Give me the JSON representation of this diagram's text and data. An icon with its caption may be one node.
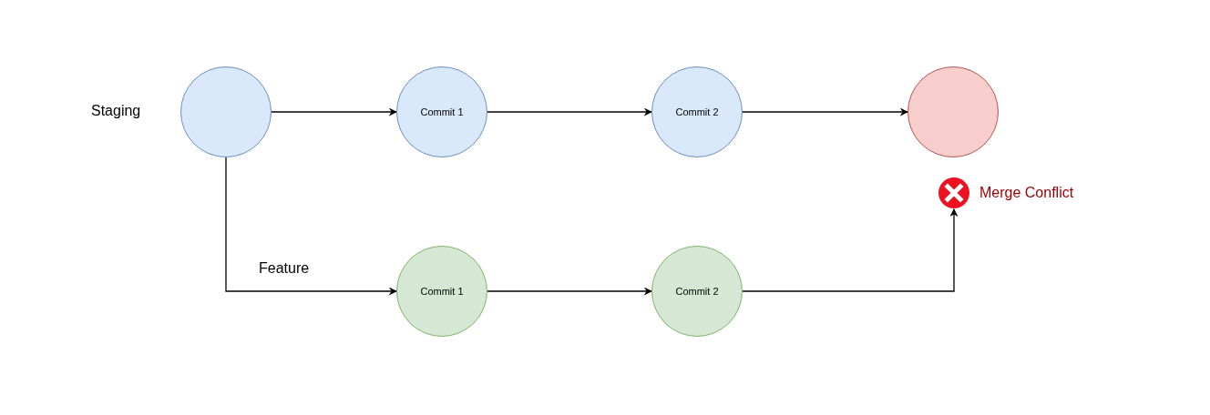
{
  "diagram": {
    "nodes": [
      {
        "text": [],
        "shape": "circle",
        "beside": [
          "Staging"
        ]
      },
      {
        "text": [
          "Commit 1"
        ]
      },
      {
        "text": [
          "Commit 2"
        ]
      },
      {
        "text": [],
        "shape": "circle"
      },
      {
        "text": [
          "Commit 1"
        ]
      },
      {
        "text": [
          "Commit 2"
        ]
      },
      {
        "text": [
          "Merge Conflict"
        ]
      }
    ],
    "edges": [
      {
        "from": 0,
        "to": 1,
        "arrow": "to"
      },
      {
        "from": 1,
        "to": 2,
        "arrow": "to"
      },
      {
        "from": 2,
        "to": 3,
        "arrow": "to"
      },
      {
        "from": 0,
        "to": 4,
        "arrow": "to",
        "label": "Feature"
      },
      {
        "from": 4,
        "to": 5,
        "arrow": "to"
      },
      {
        "from": 5,
        "to": 6,
        "arrow": "to"
      }
    ]
  }
}
